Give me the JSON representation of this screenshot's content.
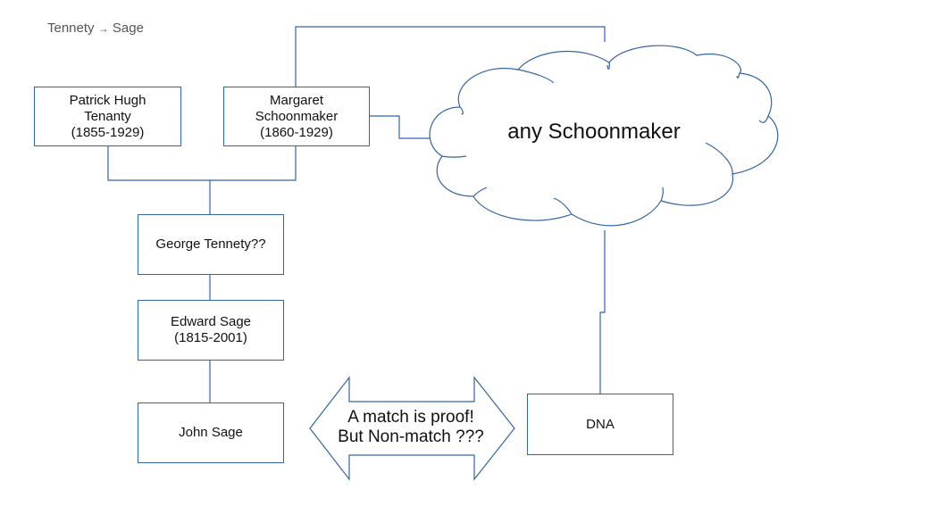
{
  "title": {
    "from": "Tennety",
    "arrow_glyph": "→",
    "to": "Sage"
  },
  "colors": {
    "stroke": "#3465a4",
    "text": "#111111",
    "title_text": "#555555"
  },
  "nodes": {
    "patrick": "Patrick Hugh\nTenanty\n(1855-1929)",
    "margaret": "Margaret\nSchoonmaker\n(1860-1929)",
    "george": "George Tennety??",
    "edward": "Edward Sage\n(1815-2001)",
    "john": "John Sage",
    "dna": "DNA"
  },
  "cloud": {
    "label": "any Schoonmaker"
  },
  "double_arrow": {
    "label": "A match is proof!\nBut Non-match ???"
  }
}
